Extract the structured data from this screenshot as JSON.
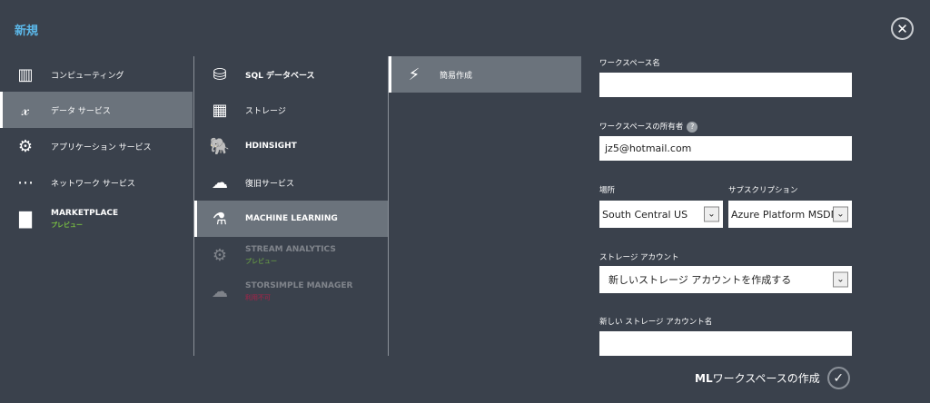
{
  "title": "新規",
  "col1": [
    {
      "label": "コンピューティング",
      "icon": "compute-icon"
    },
    {
      "label": "データ サービス",
      "icon": "data-service-icon"
    },
    {
      "label": "アプリケーション サービス",
      "icon": "gears-icon"
    },
    {
      "label": "ネットワーク サービス",
      "icon": "network-icon"
    },
    {
      "label": "MARKETPLACE",
      "sub": "プレビュー",
      "icon": "bag-icon"
    }
  ],
  "col2": [
    {
      "label": "SQL データベース",
      "icon": "db-icon"
    },
    {
      "label": "ストレージ",
      "icon": "table-icon"
    },
    {
      "label": "HDINSIGHT",
      "icon": "elephant-icon"
    },
    {
      "label": "復旧サービス",
      "icon": "cloud-icon"
    },
    {
      "label": "MACHINE LEARNING",
      "icon": "flask-icon"
    },
    {
      "label": "STREAM ANALYTICS",
      "sub": "プレビュー",
      "icon": "stream-icon"
    },
    {
      "label": "STORSIMPLE MANAGER",
      "sub": "利用不可",
      "icon": "storsimple-icon"
    }
  ],
  "col3": [
    {
      "label": "簡易作成",
      "icon": "lightning-icon"
    }
  ],
  "form": {
    "workspace_name_label": "ワークスペース名",
    "workspace_name_value": "",
    "owner_label": "ワークスペースの所有者",
    "owner_help": "?",
    "owner_value": "jz5@hotmail.com",
    "location_label": "場所",
    "location_value": "South Central US",
    "subscription_label": "サブスクリプション",
    "subscription_value": "Azure Platform MSDN",
    "storage_label": "ストレージ アカウント",
    "storage_value": "新しいストレージ アカウントを作成する",
    "new_storage_label": "新しい ストレージ アカウント名",
    "new_storage_value": "",
    "create_prefix": "ML",
    "create_label": "ワークスペースの作成"
  }
}
